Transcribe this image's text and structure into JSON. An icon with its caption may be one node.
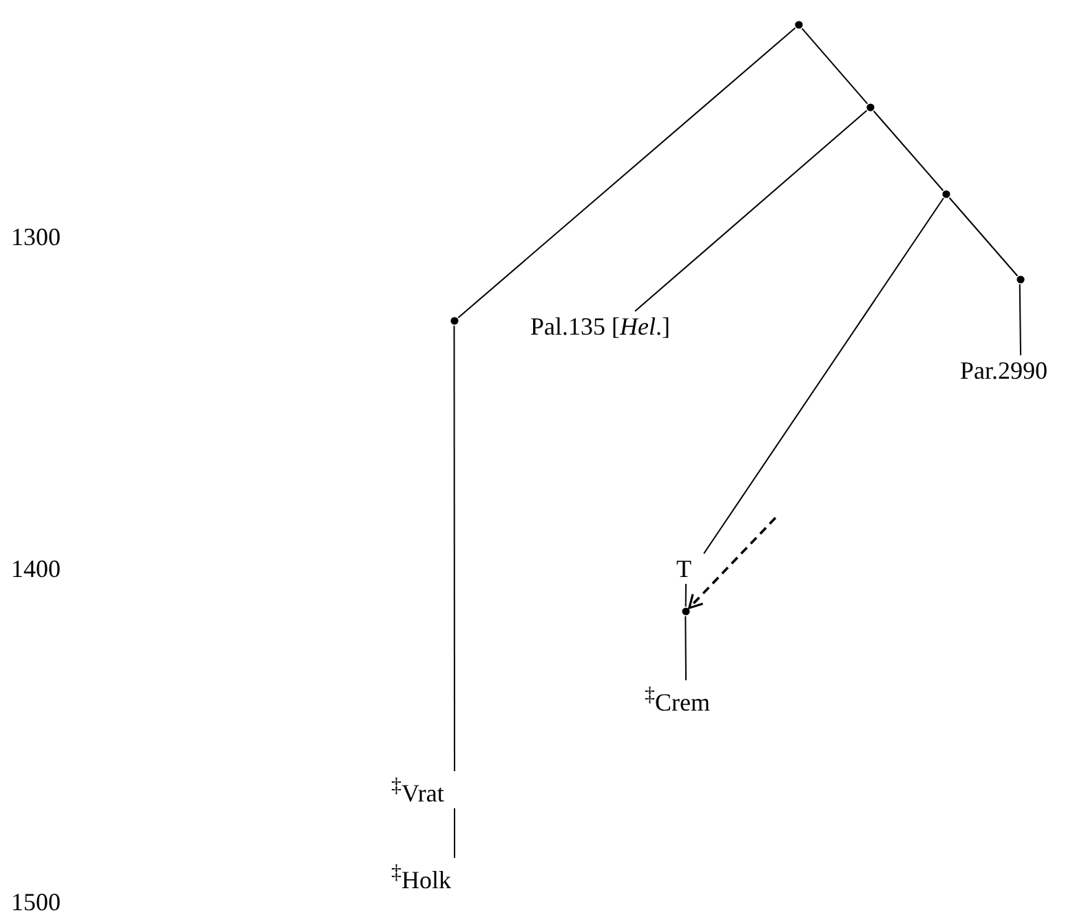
{
  "diagram": {
    "nodes": [
      {
        "text": [],
        "shape": "circle"
      },
      {
        "text": [],
        "shape": "circle"
      },
      {
        "text": [],
        "shape": "circle"
      },
      {
        "text": [],
        "shape": "circle"
      },
      {
        "text": [
          "Pal.135 [*Hel*.]"
        ]
      },
      {
        "text": [],
        "shape": "circle"
      },
      {
        "text": [
          "Par.2990"
        ]
      },
      {
        "text": [
          "T"
        ]
      },
      {
        "text": [],
        "shape": "circle"
      },
      {
        "text": [
          "$^{‡}$Crem"
        ]
      },
      {
        "text": [
          "$^{‡}$Vrat"
        ]
      },
      {
        "text": [
          "$^{‡}$Holk"
        ]
      }
    ],
    "edges": [
      {
        "from": 0,
        "to": 1,
        "arrow": "none"
      },
      {
        "from": 0,
        "to": 3,
        "arrow": "none"
      },
      {
        "from": 1,
        "to": 4,
        "arrow": "none"
      },
      {
        "from": 1,
        "to": 2,
        "arrow": "none"
      },
      {
        "from": 2,
        "to": 7,
        "arrow": "none"
      },
      {
        "from": 2,
        "to": 5,
        "arrow": "none"
      },
      {
        "from": 5,
        "to": 6,
        "arrow": "none"
      },
      {
        "from": 7,
        "to": 8,
        "arrow": "none"
      },
      {
        "from": 8,
        "to": 9,
        "arrow": "none"
      },
      {
        "from": 3,
        "to": 10,
        "arrow": "none"
      },
      {
        "from": 10,
        "to": 11,
        "arrow": "none"
      },
      {
        "from": null,
        "to": 8,
        "arrow": "to",
        "style": "dashed"
      }
    ],
    "labels": [
      "1300",
      "1400",
      "1500"
    ]
  }
}
